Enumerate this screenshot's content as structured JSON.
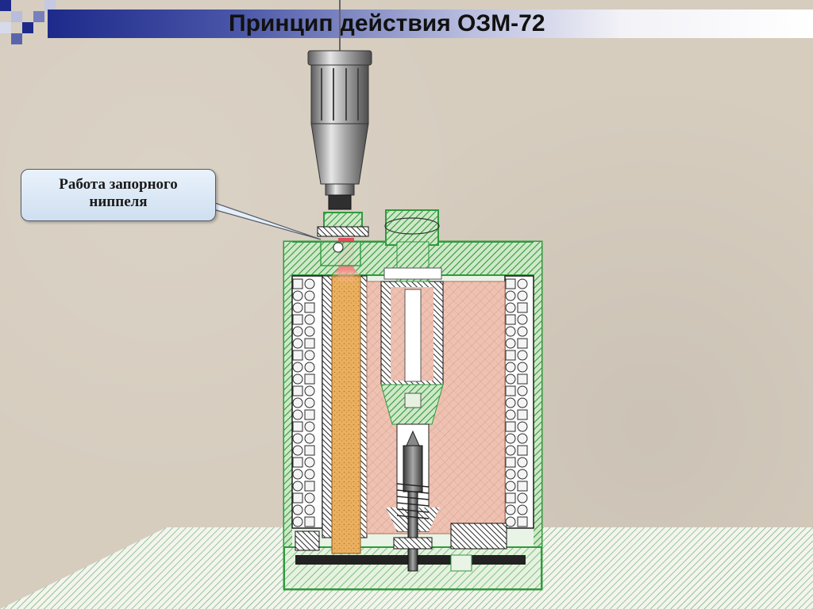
{
  "slide": {
    "title": "Принцип действия ОЗМ-72",
    "callout": {
      "line1": "Работа запорного",
      "line2": "ниппеля"
    }
  },
  "colors": {
    "title_gradient_start": "#1d2a8a",
    "casing_green": "#3ea64a",
    "charge_pink": "#e8b8a8",
    "powder_orange": "#e6ab52",
    "fuse_gray": "#9a9a9a",
    "flash_red": "#e8324a",
    "background": "#d6cdbf"
  },
  "icons": {
    "fuse": "fuse-icon",
    "nipple": "locking-nipple-icon",
    "firing-pin": "firing-pin-icon"
  }
}
